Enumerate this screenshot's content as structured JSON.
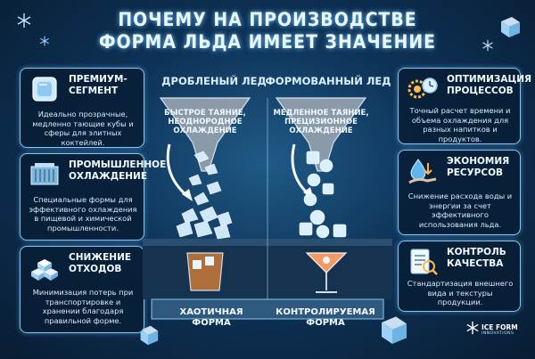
{
  "title": {
    "line1": "ПОЧЕМУ НА ПРОИЗВОДСТВЕ",
    "line2": "ФОРМА ЛЬДА ИМЕЕТ ЗНАЧЕНИЕ"
  },
  "left_panels": [
    {
      "head": "ПРЕМИУМ-\nСЕГМЕНТ",
      "body": "Идеально прозрачные, медленно тающие кубы и сферы для элитных коктейлей.",
      "icon": "ice-cube-icon"
    },
    {
      "head": "ПРОМЫШЛЕННОЕ\nОХЛАЖДЕНИЕ",
      "body": "Специальные формы для эффективного охлаждения в пищевой и химической промышленности.",
      "icon": "industrial-cooler-icon"
    },
    {
      "head": "СНИЖЕНИЕ\nОТХОДОВ",
      "body": "Минимизация потерь при транспортировке и хранении благодаря правильной форме.",
      "icon": "ice-cubes-pile-icon"
    }
  ],
  "right_panels": [
    {
      "head": "ОПТИМИЗАЦИЯ\nПРОЦЕССОВ",
      "body": "Точный расчет времени и объема охлаждения для разных напитков и продуктов.",
      "icon": "gears-clock-icon"
    },
    {
      "head": "ЭКОНОМИЯ\nРЕСУРСОВ",
      "body": "Снижение расхода воды и энергии за счет эффективного использования льда.",
      "icon": "water-drop-hand-icon"
    },
    {
      "head": "КОНТРОЛЬ\nКАЧЕСТВА",
      "body": "Стандартизация внешнего вида и текстуры продукции.",
      "icon": "checklist-magnifier-icon"
    }
  ],
  "center": {
    "left_column": {
      "head": "ДРОБЛЕНЫЙ ЛЕД",
      "funnel": "БЫСТРОЕ ТАЯНИЕ,\nНЕОДНОРОДНОЕ\nОХЛАЖДЕНИЕ",
      "bottom": "ХАОТИЧНАЯ\nФОРМА"
    },
    "right_column": {
      "head": "ФОРМОВАННЫЙ ЛЕД",
      "funnel": "МЕДЛЕННОЕ ТАЯНИЕ,\nПРЕЦИЗИОННОЕ\nОХЛАЖДЕНИЕ",
      "bottom": "КОНТРОЛИРУЕМАЯ\nФОРМА"
    }
  },
  "logo": {
    "name": "ICE FORM",
    "sub": "INNOVATIONS"
  },
  "colors": {
    "accent": "#7ec8f2",
    "background": "#0e3358",
    "panel": "#081e36"
  }
}
